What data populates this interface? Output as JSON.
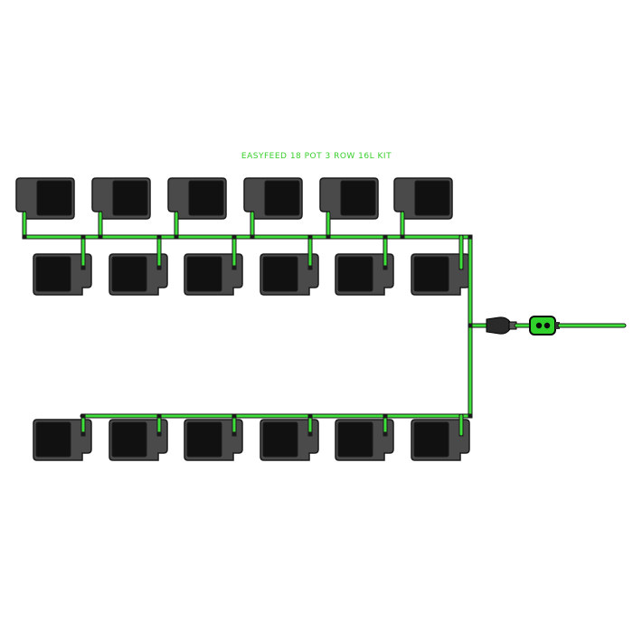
{
  "title": "EASYFEED 18 POT 3 ROW 16L KIT",
  "colors": {
    "tube": "#3ee03a",
    "tube_outline": "#1a1a1a",
    "pot_body": "#4a4a4a",
    "pot_well": "#111111",
    "pot_outline": "#1a1a1a",
    "title": "#39d02c",
    "connector": "#2a2a2a",
    "timer": "#2fd12a"
  },
  "rows": [
    {
      "name": "top-row",
      "pots": 6
    },
    {
      "name": "middle-row",
      "pots": 6
    },
    {
      "name": "bottom-row",
      "pots": 6
    }
  ],
  "components": [
    "pot-icon",
    "drip-tube-icon",
    "filter-icon",
    "timer-valve-icon"
  ]
}
